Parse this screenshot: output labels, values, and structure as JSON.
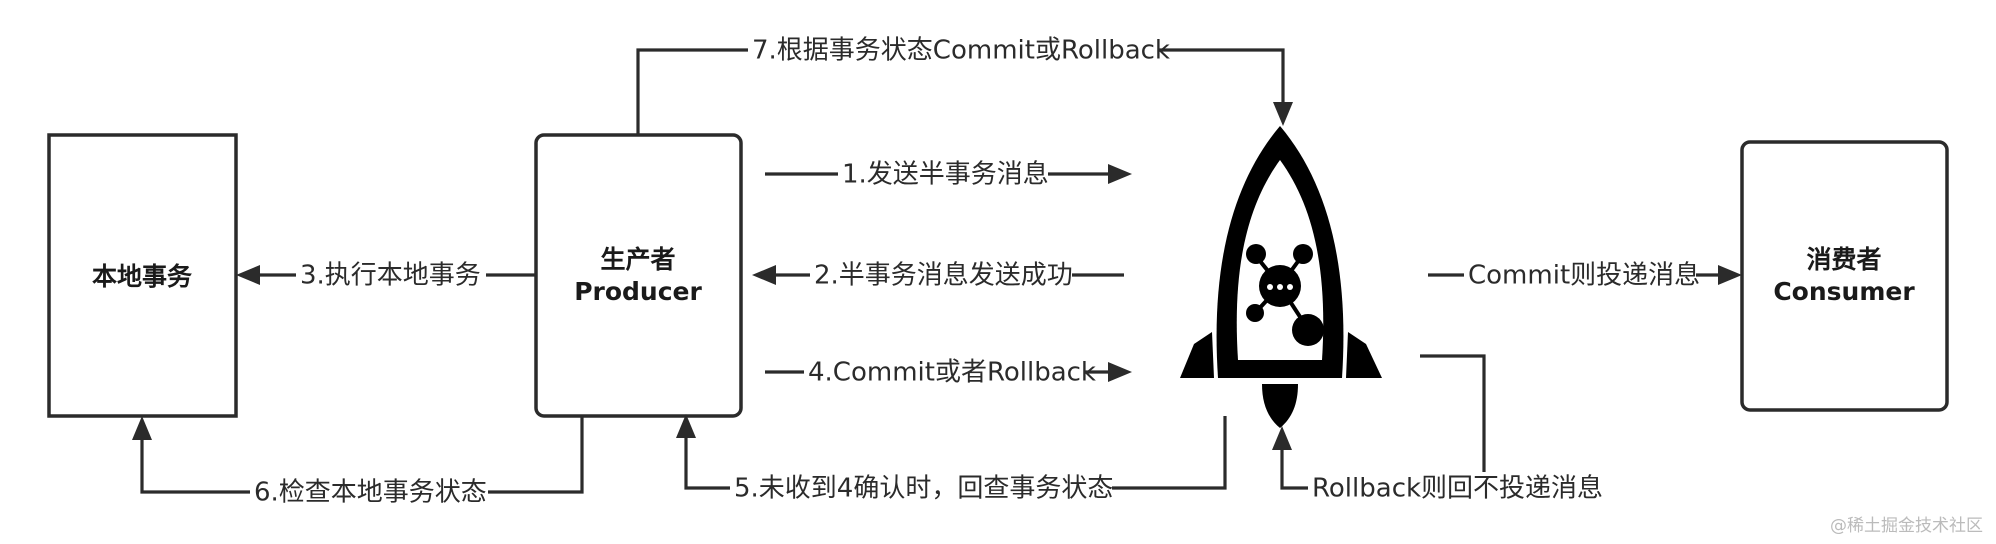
{
  "nodes": {
    "local_transaction": "本地事务",
    "producer": [
      "生产者",
      "Producer"
    ],
    "consumer": [
      "消费者",
      "Consumer"
    ]
  },
  "edges": {
    "e1": "1.发送半事务消息",
    "e2": "2.半事务消息发送成功",
    "e3": "3.执行本地事务",
    "e4": "4.Commit或者Rollback",
    "e5": "5.未收到4确认时，回查事务状态",
    "e6": "6.检查本地事务状态",
    "e7": "7.根据事务状态Commit或Rollback",
    "commit": "Commit则投递消息",
    "rollback": "Rollback则回不投递消息"
  },
  "watermark": "@稀土掘金技术社区"
}
